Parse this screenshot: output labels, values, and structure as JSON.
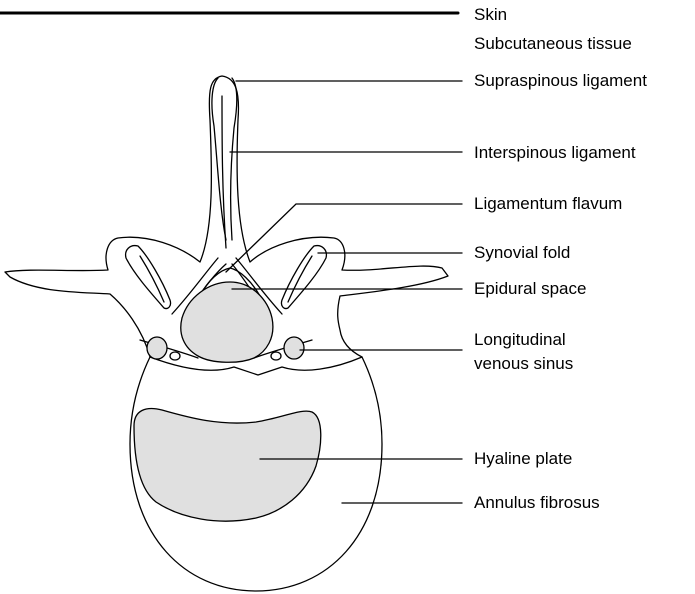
{
  "labels": {
    "skin": "Skin",
    "subcutaneous": "Subcutaneous tissue",
    "supraspinous": "Supraspinous ligament",
    "interspinous": "Interspinous ligament",
    "flavum": "Ligamentum flavum",
    "synovial": "Synovial fold",
    "epidural": "Epidural space",
    "venous_line1": "Longitudinal",
    "venous_line2": "venous sinus",
    "hyaline": "Hyaline plate",
    "annulus": "Annulus fibrosus"
  },
  "colors": {
    "stroke": "#000000",
    "fill_gray": "#e0e0e0",
    "background": "#ffffff"
  }
}
